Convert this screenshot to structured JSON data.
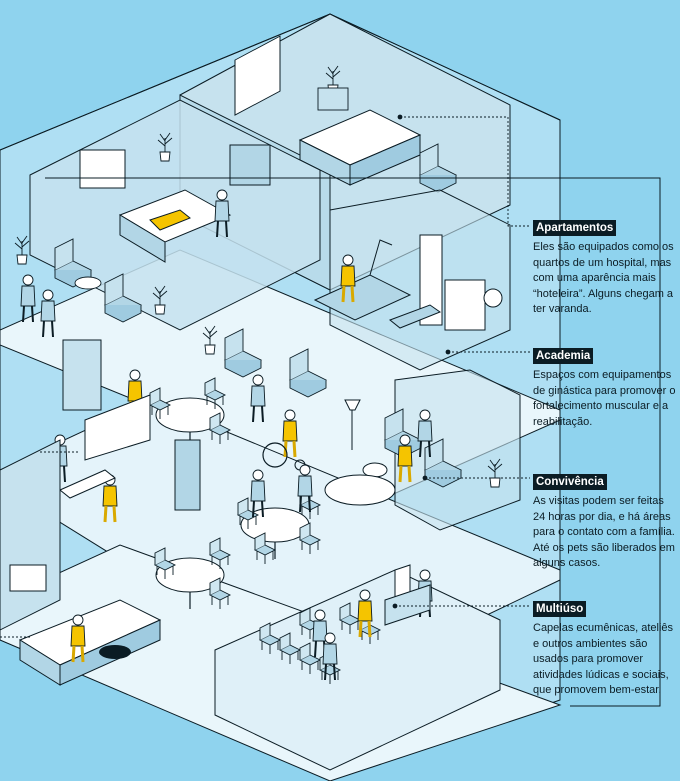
{
  "colors": {
    "background": "#8fd3ee",
    "wall": "#c6e2ee",
    "floor": "#e9f6fb",
    "ink": "#0b1c24",
    "accent_yellow": "#f5c400",
    "furniture": "#b2d6e6"
  },
  "sections": [
    {
      "key": "apartamentos",
      "title": "Apartamentos",
      "description": "Eles são equipados como os quartos de um hospital, mas com uma aparência mais “hoteleira”. Alguns chegam a ter varanda."
    },
    {
      "key": "academia",
      "title": "Academia",
      "description": "Espaços com equipamentos de ginástica para promover o fortalecimento muscular e a reabilitação."
    },
    {
      "key": "convivencia",
      "title": "Convivência",
      "description": "As visitas podem ser feitas 24 horas por dia, e há áreas para o contato com a família. Até os pets são liberados em alguns casos."
    },
    {
      "key": "multiuso",
      "title": "Multiúso",
      "description": "Capelas ecumênicas, ateliês e outros ambientes são usados para promover atividades lúdicas e sociais, que promovem bem-estar."
    }
  ]
}
